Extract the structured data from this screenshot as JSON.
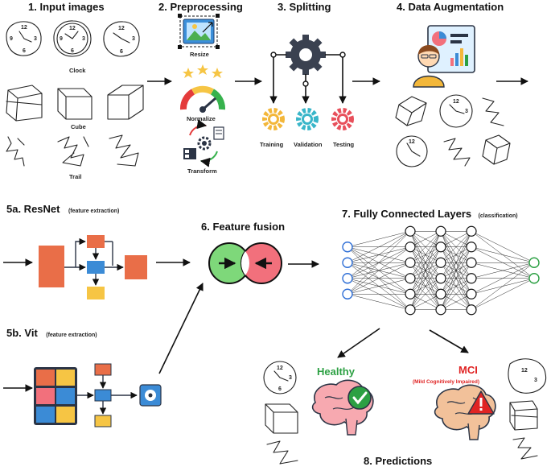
{
  "steps": {
    "s1": "1. Input images",
    "s2": "2. Preprocessing",
    "s3": "3. Splitting",
    "s4": "4. Data Augmentation",
    "s5a": "5a. ResNet",
    "s5a_note": "(feature extraction)",
    "s5b": "5b. Vit",
    "s5b_note": "(feature extraction)",
    "s6": "6. Feature fusion",
    "s7": "7. Fully Connected Layers",
    "s7_note": "(classification)",
    "s8": "8. Predictions"
  },
  "inputs": {
    "clock": "Clock",
    "cube": "Cube",
    "trail": "Trail"
  },
  "preprocessing": {
    "resize": "Resize",
    "normalize": "Normalize",
    "transform": "Transform"
  },
  "splitting": {
    "training": "Training",
    "validation": "Validation",
    "testing": "Testing"
  },
  "predictions": {
    "healthy": "Healthy",
    "mci": "MCI",
    "mci_full": "(Mild Cognitively Impaired)"
  },
  "network": {
    "layers": [
      4,
      6,
      6,
      6,
      2
    ]
  },
  "colors": {
    "healthy": "#2ca043",
    "mci": "#e02424",
    "resnet": "#e96e48",
    "resnet_blue": "#3b8bd6",
    "resnet_yellow": "#f6c544",
    "fusion_left": "#7ed87a",
    "fusion_right": "#f2707c",
    "gear": "#3a4150",
    "gear_train": "#f3b73a",
    "gear_val": "#39b6c9",
    "gear_test": "#e8505b"
  }
}
